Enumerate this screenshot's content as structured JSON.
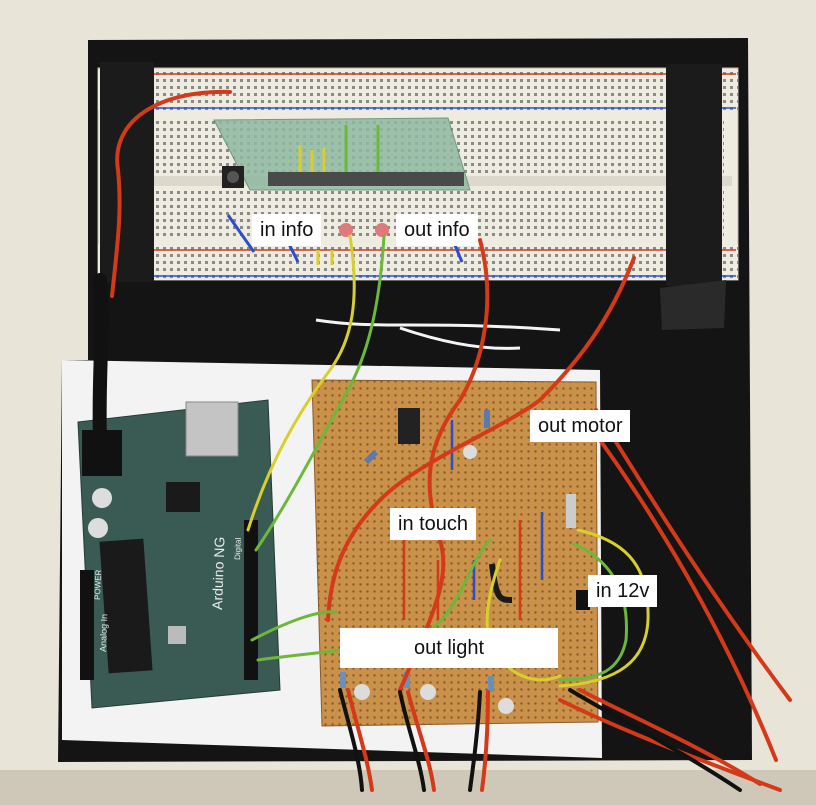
{
  "photo": {
    "subject": "breadboard-and-arduino-circuit-photo",
    "arduino_silkscreen": {
      "title": "Arduino NG",
      "analog": "Analog In",
      "digital": "Digital",
      "power": "POWER"
    }
  },
  "labels": {
    "in_info": "in info",
    "out_info": "out info",
    "out_motor": "out motor",
    "in_touch": "in touch",
    "in_12v": "in 12v",
    "out_light": "out light"
  },
  "colors": {
    "wall": "#e9e4d8",
    "foam_board": "#141414",
    "breadboard": "#eeebe0",
    "perfboard": "#c9914a",
    "arduino_pcb": "#3a5b54",
    "wire_red": "#d43a1a",
    "wire_yellow": "#d8cf2e",
    "wire_green": "#6bb83a",
    "wire_black": "#1a1a1a",
    "label_bg": "#ffffff"
  }
}
